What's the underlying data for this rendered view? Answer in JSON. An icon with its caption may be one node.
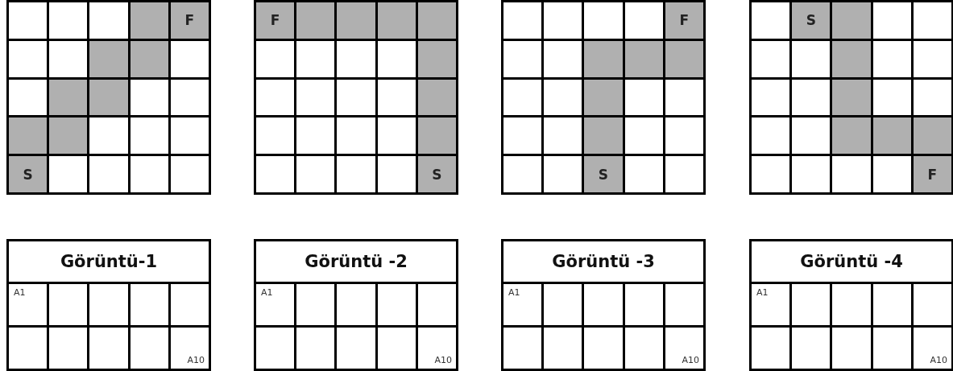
{
  "diagram": {
    "labels": [
      "F",
      "S",
      "F",
      "S",
      "F",
      "S",
      "S",
      "F",
      "Görüntü-1",
      "A1",
      "A10",
      "Görüntü -2",
      "A1",
      "A10",
      "Görüntü -3",
      "A1",
      "A10",
      "Görüntü -4",
      "A1",
      "A10"
    ]
  }
}
